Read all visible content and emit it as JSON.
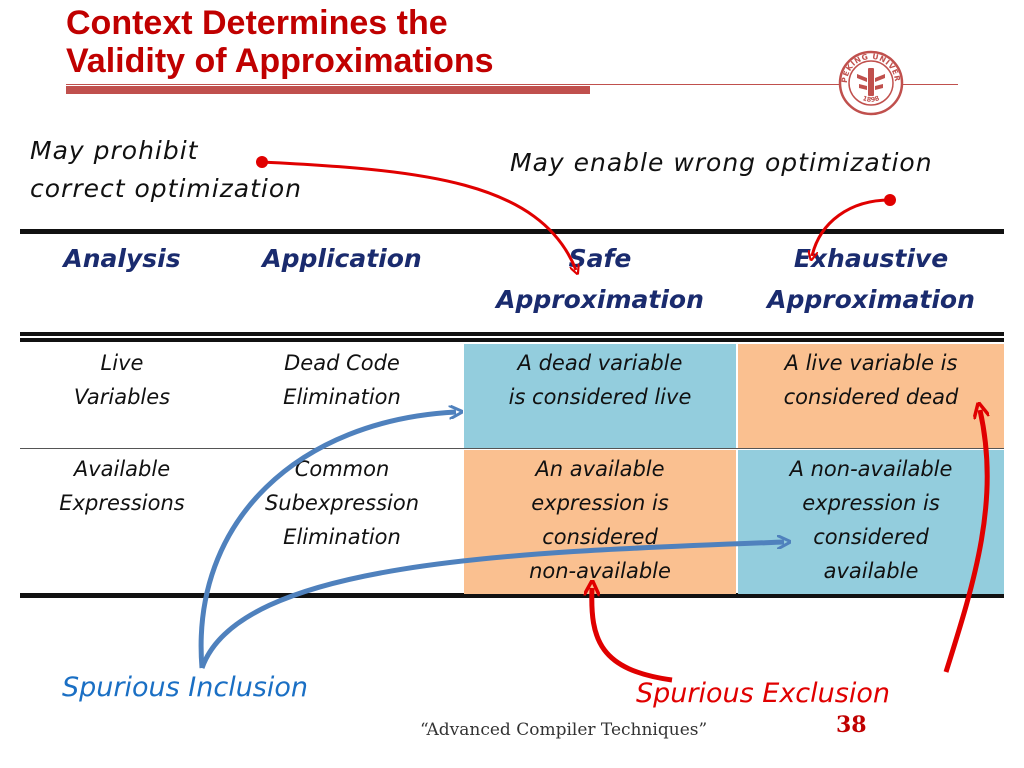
{
  "slide": {
    "title_line1": "Context Determines the",
    "title_line2": "Validity of Approximations",
    "logo_text": "PEKING UNIVERSITY",
    "logo_year": "1898"
  },
  "annotations": {
    "top_left": "May prohibit\ncorrect optimization",
    "top_right": "May enable wrong optimization",
    "bottom_left": "Spurious Inclusion",
    "bottom_right": "Spurious Exclusion"
  },
  "table": {
    "headers": [
      "Analysis",
      "Application",
      "Safe\nApproximation",
      "Exhaustive\nApproximation"
    ],
    "rows": [
      [
        "Live\nVariables",
        "Dead Code\nElimination",
        "A dead variable\nis considered live",
        "A live variable is\nconsidered dead"
      ],
      [
        "Available\nExpressions",
        "Common\nSubexpression\nElimination",
        "An available\nexpression is\nconsidered\nnon-available",
        "A non-available\nexpression is\nconsidered\navailable"
      ]
    ],
    "cell_colors": {
      "blue": "#93cddd",
      "orange": "#fac090"
    }
  },
  "footer": {
    "course": "“Advanced Compiler Techniques”",
    "page": "38"
  },
  "colors": {
    "title": "#c00000",
    "header_text": "#1a2b6e",
    "arrow_red": "#e00000",
    "arrow_blue": "#4f81bd",
    "inclusion_text": "#1a6fc4"
  }
}
